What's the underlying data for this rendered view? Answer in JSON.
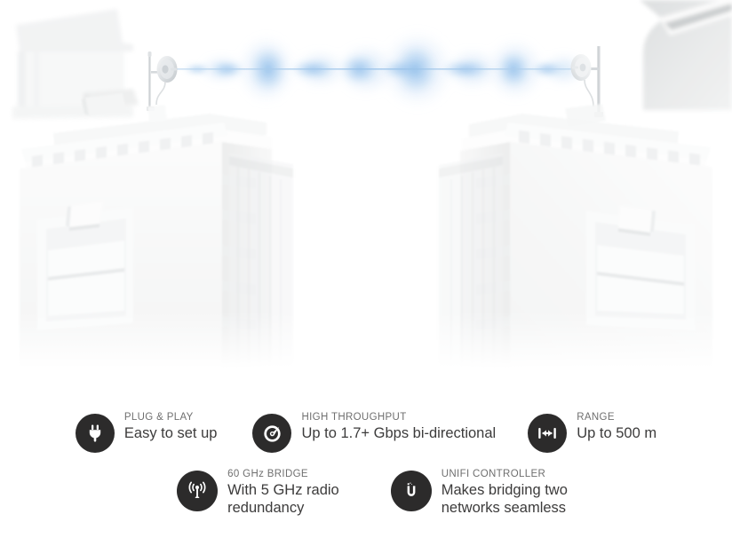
{
  "hero": {
    "alt": "Two white buildings with wireless bridge dish antennas linked by a blue radio signal wave",
    "scene_colors": {
      "background": "#ffffff",
      "building_light": "#fbfbfb",
      "building_shade": "#eceded",
      "building_deep_shade": "#dfe1e2",
      "wave_blue": "#8fbdea",
      "wave_blue_soft": "#cfe2f6",
      "beam_line": "#b7d2ec"
    },
    "elements": [
      {
        "name": "left-dish-antenna",
        "label": "Left airFiber dish antenna on mast"
      },
      {
        "name": "right-dish-antenna",
        "label": "Right airFiber dish antenna on mast"
      },
      {
        "name": "signal-wave",
        "label": "60 GHz wireless link signal"
      },
      {
        "name": "left-building",
        "label": "Left rooftop building"
      },
      {
        "name": "right-building",
        "label": "Right rooftop building"
      },
      {
        "name": "background-building-left",
        "label": "Distant background building left"
      },
      {
        "name": "background-building-right",
        "label": "Distant background building right"
      }
    ]
  },
  "features": {
    "row1": [
      {
        "icon": "power-plug-icon",
        "kicker": "PLUG & PLAY",
        "title": "Easy to set up"
      },
      {
        "icon": "speedometer-icon",
        "kicker": "HIGH THROUGHPUT",
        "title": "Up to 1.7+ Gbps bi-directional"
      },
      {
        "icon": "range-arrow-icon",
        "kicker": "RANGE",
        "title": "Up to 500 m"
      }
    ],
    "row2": [
      {
        "icon": "antenna-signal-icon",
        "kicker": "60 GHz BRIDGE",
        "title": "With 5 GHz radio\nredundancy"
      },
      {
        "icon": "unifi-u-icon",
        "kicker": "UNIFI CONTROLLER",
        "title": "Makes bridging two\nnetworks seamless"
      }
    ]
  },
  "colors": {
    "icon_circle": "#2c2b2b",
    "kicker_text": "#6f6f6f",
    "title_text": "#3c3b3b",
    "page_background": "#ffffff"
  }
}
